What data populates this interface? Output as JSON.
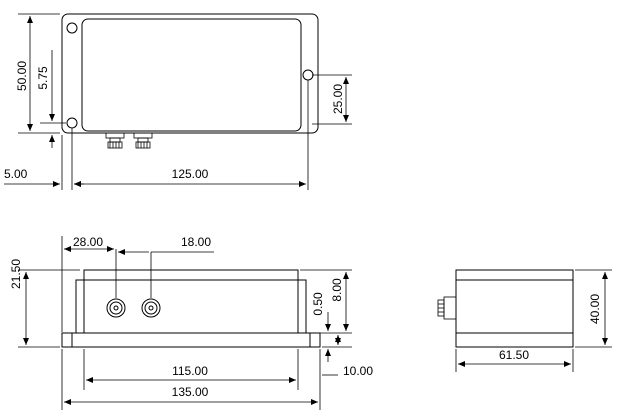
{
  "dimensions": {
    "top_height": "50.00",
    "top_hole_offset": "5.75",
    "top_edge_offset": "5.00",
    "top_hole_span": "125.00",
    "top_right_hole": "25.00",
    "front_conn1": "28.00",
    "front_conn_pitch": "18.00",
    "front_height": "21.50",
    "front_conn_height": "8.00",
    "front_flange": "0.50",
    "front_inner_width": "115.00",
    "front_overall_width": "135.00",
    "front_flange_offset": "10.00",
    "side_height": "40.00",
    "side_width": "61.50"
  }
}
